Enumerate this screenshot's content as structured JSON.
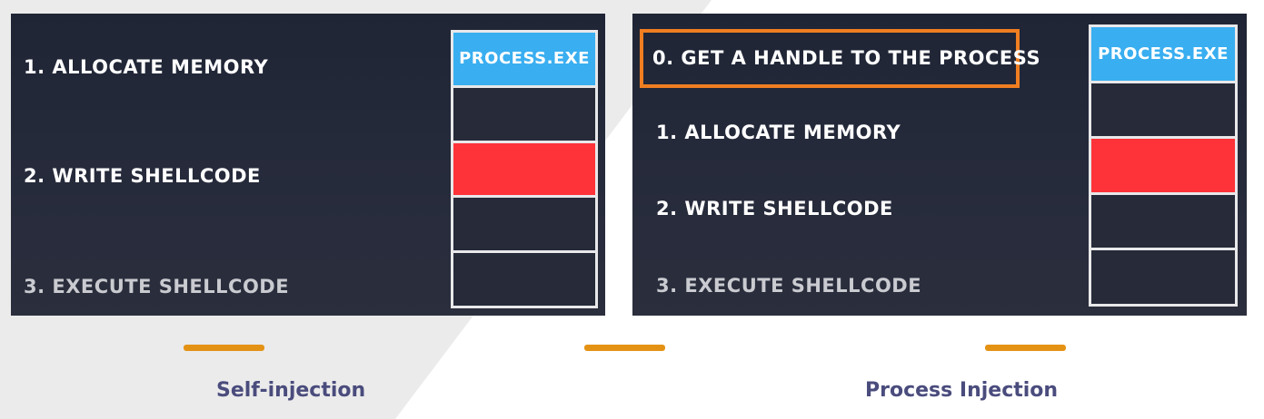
{
  "left_panel": {
    "steps": [
      "1. ALLOCATE MEMORY",
      "2. WRITE SHELLCODE",
      "3. EXECUTE SHELLCODE"
    ],
    "memory_header": "PROCESS.EXE"
  },
  "right_panel": {
    "highlighted_step": "0. GET A HANDLE TO THE PROCESS",
    "steps": [
      "1. ALLOCATE MEMORY",
      "2. WRITE SHELLCODE",
      "3. EXECUTE SHELLCODE"
    ],
    "memory_header": "PROCESS.EXE"
  },
  "captions": {
    "left": "Self-injection",
    "right": "Process Injection"
  },
  "colors": {
    "panel_bg": "#252a3b",
    "process_header": "#39aef0",
    "shellcode_block": "#fd3339",
    "highlight_border": "#f07e21",
    "dash": "#e49214",
    "caption_text": "#4a4c7d"
  }
}
